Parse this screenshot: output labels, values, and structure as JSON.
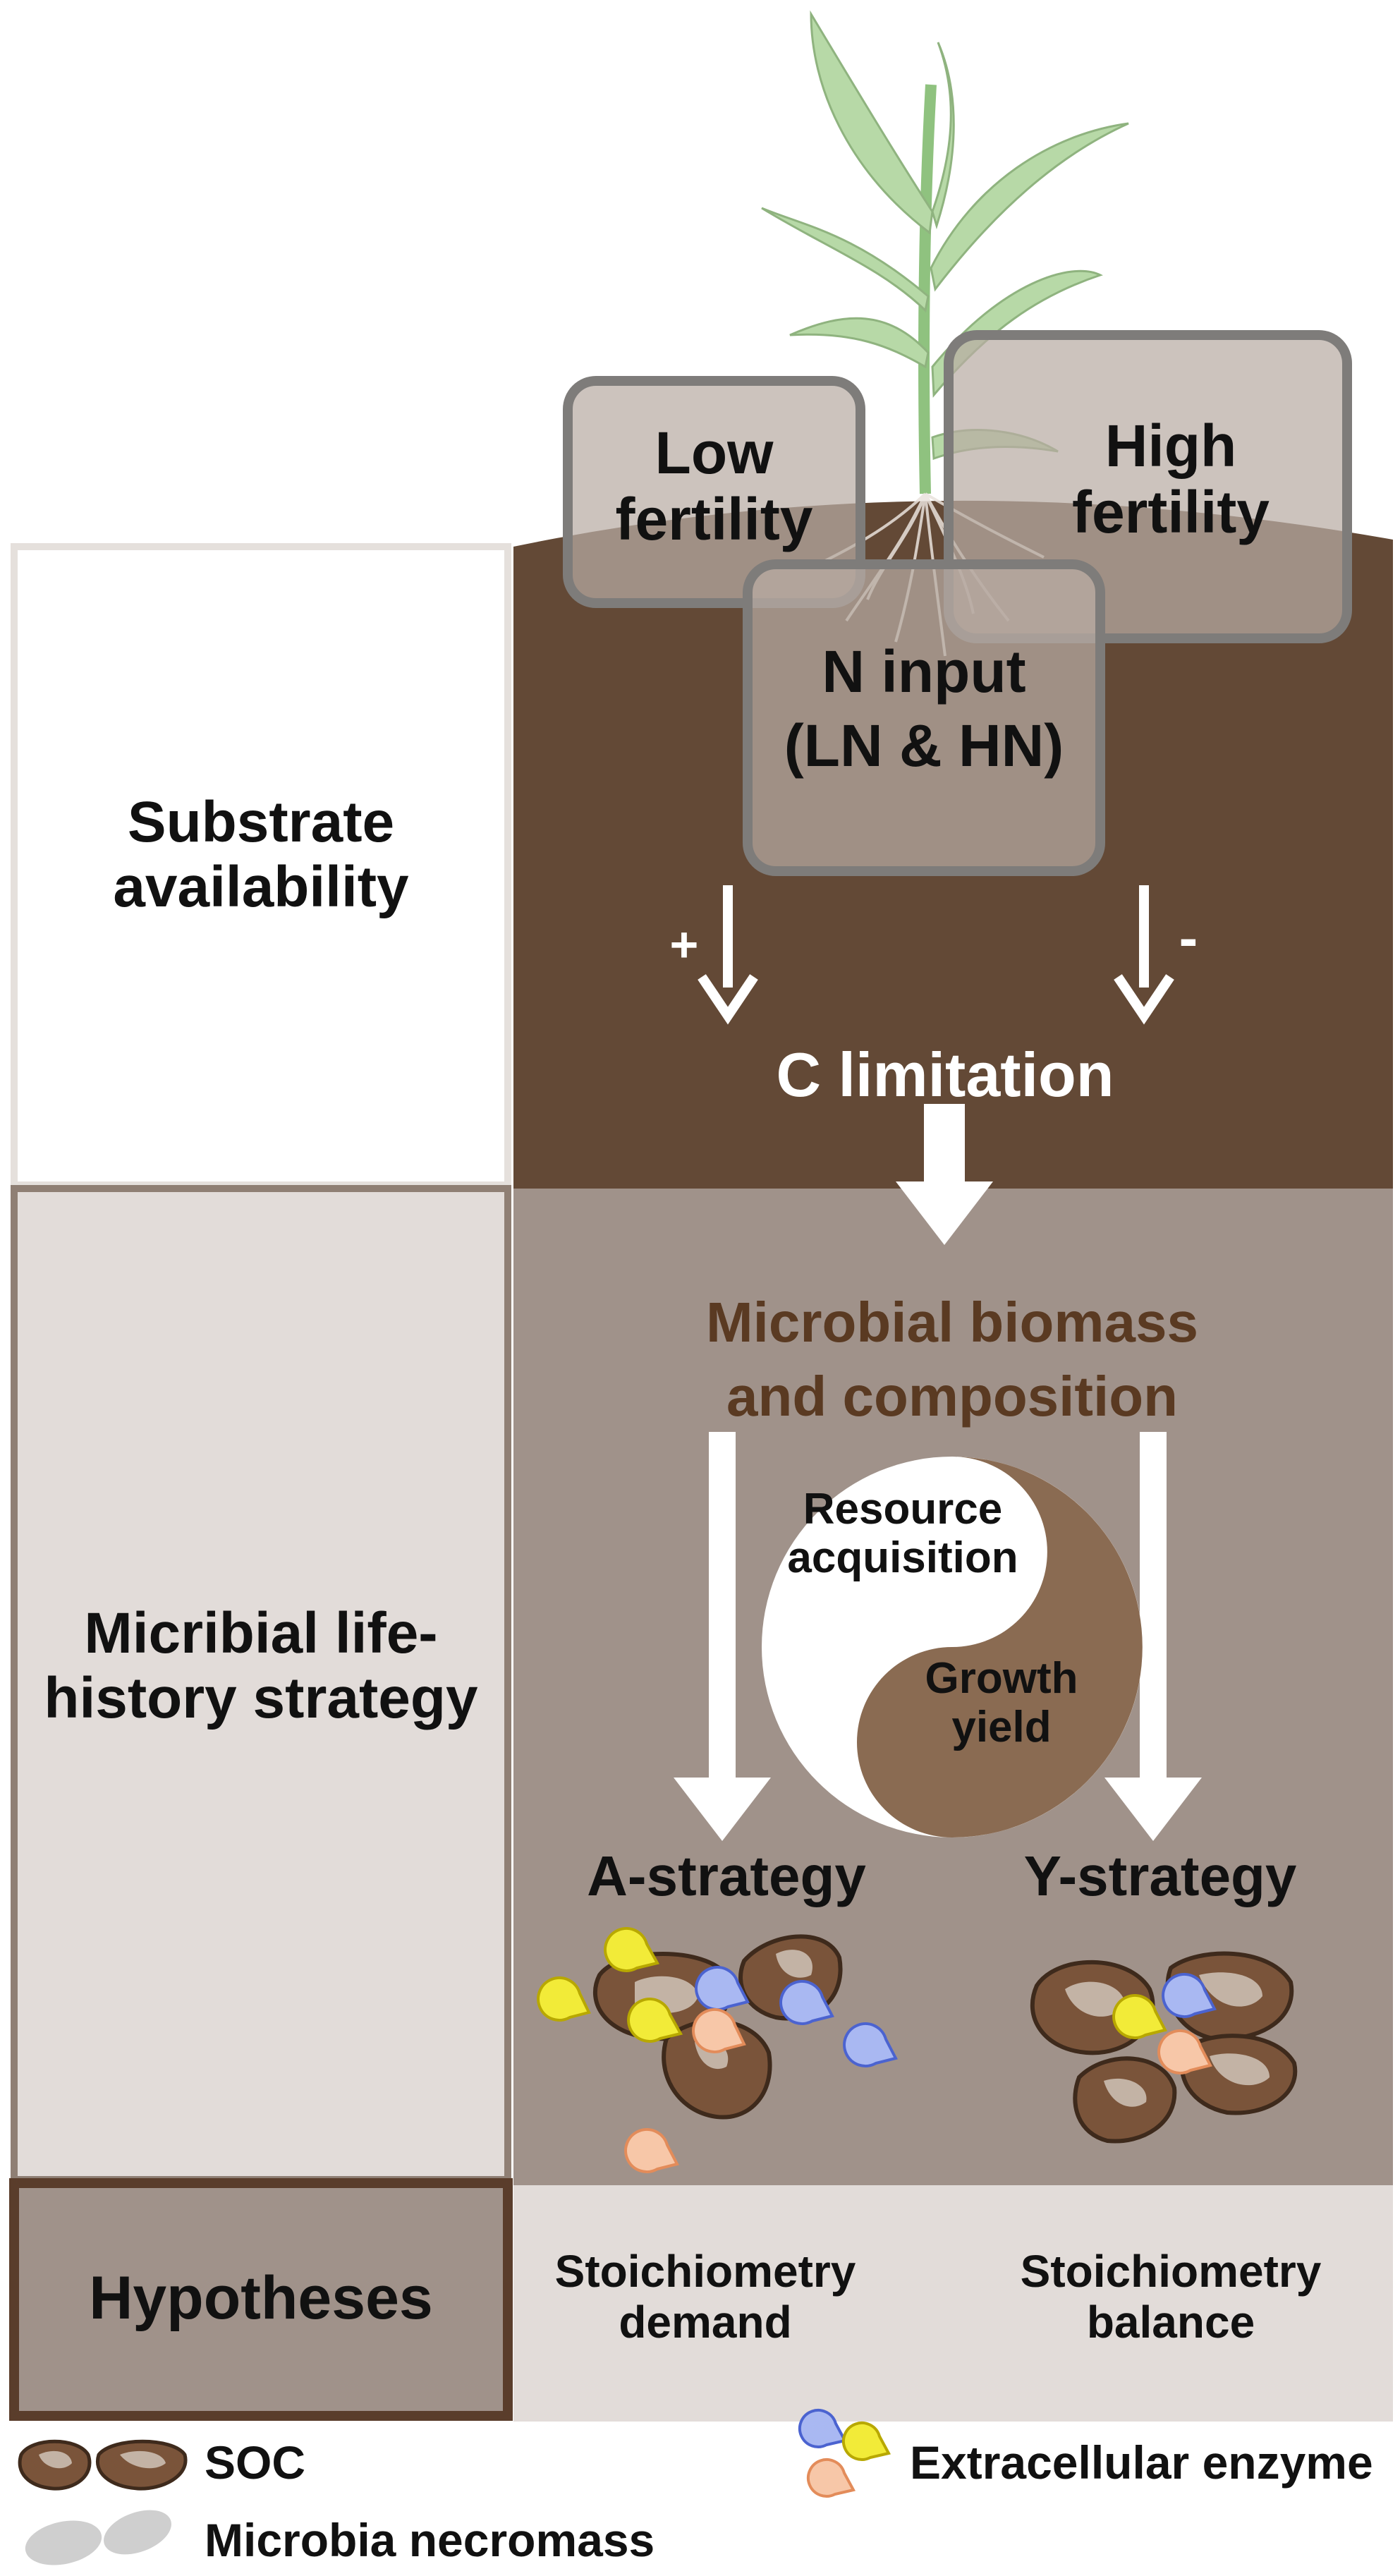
{
  "panels": {
    "substrate": "Substrate availability",
    "lifehistory": "Micribial life-history strategy",
    "hypotheses": "Hypotheses"
  },
  "boxes": {
    "low": "Low fertility",
    "high": "High fertility",
    "ninput_line1": "N input",
    "ninput_line2": "(LN & HN)"
  },
  "signs": {
    "plus": "+",
    "minus": "-"
  },
  "c_limitation": "C limitation",
  "microbial": {
    "line1": "Microbial biomass",
    "line2": "and composition"
  },
  "yinyang": {
    "resource_line1": "Resource",
    "resource_line2": "acquisition",
    "growth_line1": "Growth",
    "growth_line2": "yield"
  },
  "strategies": {
    "a": "A-strategy",
    "y": "Y-strategy"
  },
  "hypotheses": {
    "demand_line1": "Stoichiometry",
    "demand_line2": "demand",
    "balance_line1": "Stoichiometry",
    "balance_line2": "balance"
  },
  "legend": {
    "soc": "SOC",
    "necromass": "Microbia necromass",
    "enzyme": "Extracellular enzyme"
  },
  "colors": {
    "soil_dark": "#634936",
    "soil_mid": "#a0928a",
    "panel_light": "#e2dcd9",
    "hyp_box": "#a0928a",
    "soc_brown": "#7a543a",
    "enzyme_yellow": "#f2eb38",
    "enzyme_blue": "#a9b8f2",
    "enzyme_orange": "#f7c7a8",
    "plant_green": "#b7d9a7"
  }
}
